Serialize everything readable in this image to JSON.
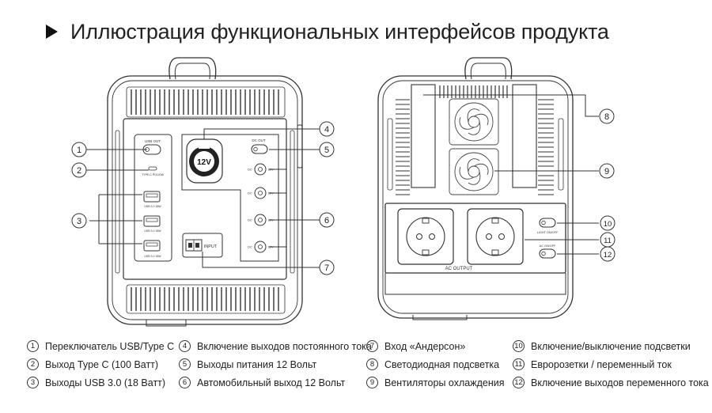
{
  "title": "Иллюстрация функциональных интерфейсов продукта",
  "front_panel": {
    "usb_out": "USB OUT",
    "type_c": "TYPE-C PD100W",
    "usb_label": "USB 3.0 18W",
    "dc_out": "DC OUT",
    "dc_label": "DC",
    "dc_rating": "12V",
    "car_socket": "12V",
    "input": "INPUT"
  },
  "back_panel": {
    "light_switch": "LIGHT ON/OFF",
    "ac_switch": "AC ON/OFF",
    "ac_output": "AC OUTPUT"
  },
  "callouts": [
    "1",
    "2",
    "3",
    "4",
    "5",
    "6",
    "7",
    "8",
    "9",
    "10",
    "11",
    "12"
  ],
  "legend": [
    {
      "num": "1",
      "text": "Переключатель USB/Type C"
    },
    {
      "num": "2",
      "text": "Выход Type C (100 Ватт)"
    },
    {
      "num": "3",
      "text": "Выходы USB 3.0 (18 Ватт)"
    },
    {
      "num": "4",
      "text": "Включение выходов постоянного тока"
    },
    {
      "num": "5",
      "text": "Выходы питания 12 Вольт"
    },
    {
      "num": "6",
      "text": "Автомобильный выход 12 Вольт"
    },
    {
      "num": "7",
      "text": "Вход «Андерсон»"
    },
    {
      "num": "8",
      "text": "Светодиодная подсветка"
    },
    {
      "num": "9",
      "text": "Вентиляторы охлаждения"
    },
    {
      "num": "10",
      "text": "Включение/выключение подсветки"
    },
    {
      "num": "11",
      "text": "Евророзетки / переменный ток"
    },
    {
      "num": "12",
      "text": "Включение выходов переменного тока"
    }
  ]
}
